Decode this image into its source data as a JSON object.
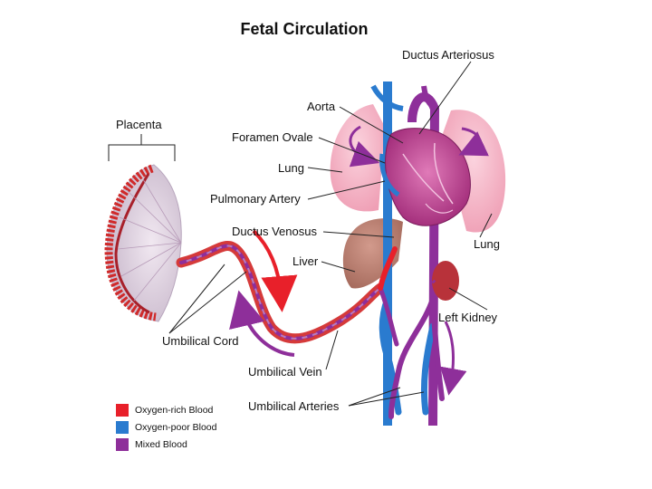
{
  "title": "Fetal Circulation",
  "labels": {
    "ductus_arteriosus": "Ductus Arteriosus",
    "aorta": "Aorta",
    "placenta": "Placenta",
    "foramen_ovale": "Foramen Ovale",
    "lung_left_side": "Lung",
    "pulmonary_artery": "Pulmonary Artery",
    "ductus_venosus": "Ductus Venosus",
    "lung_right_side": "Lung",
    "liver": "Liver",
    "left_kidney": "Left Kidney",
    "umbilical_cord": "Umbilical Cord",
    "umbilical_vein": "Umbilical Vein",
    "umbilical_arteries": "Umbilical Arteries"
  },
  "legend": [
    {
      "label": "Oxygen-rich Blood",
      "color": "#e8202a"
    },
    {
      "label": "Oxygen-poor Blood",
      "color": "#2a7bcf"
    },
    {
      "label": "Mixed Blood",
      "color": "#8e2f9a"
    }
  ],
  "colors": {
    "oxygen_rich": "#e8202a",
    "oxygen_poor": "#2a7bcf",
    "mixed": "#8e2f9a",
    "lung": "#f4b5c5",
    "liver": "#b5786a",
    "kidney": "#b8323a",
    "heart": "#c23a8a"
  }
}
